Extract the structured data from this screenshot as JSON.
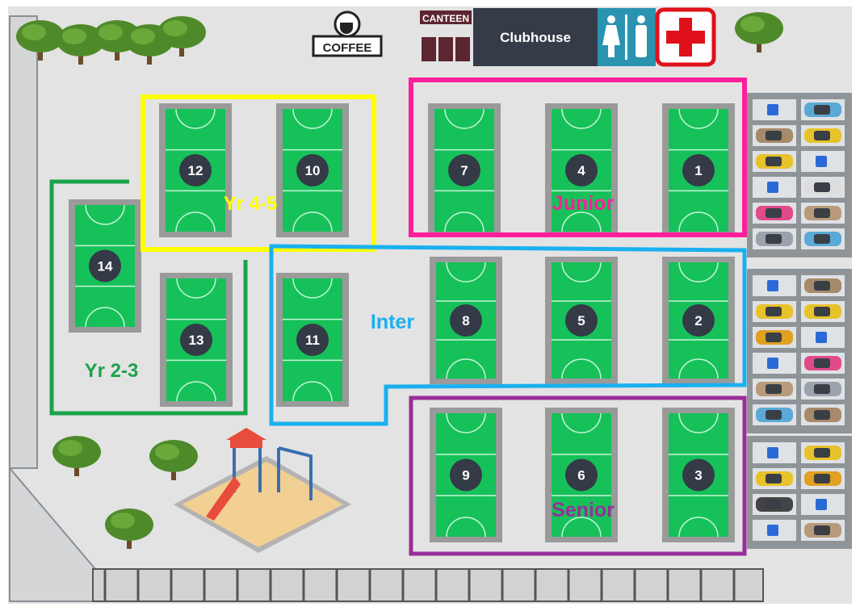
{
  "facilities": {
    "coffee": "COFFEE",
    "canteen": "CANTEEN",
    "clubhouse": "Clubhouse",
    "toilets_icon": "restroom-icon",
    "first_aid_icon": "first-aid-cross-icon"
  },
  "zones": {
    "yr45": {
      "label": "Yr 4-5",
      "color": "#ffff00"
    },
    "junior": {
      "label": "Junior",
      "color": "#ff1f9a"
    },
    "inter": {
      "label": "Inter",
      "color": "#1ab0ef"
    },
    "yr23": {
      "label": "Yr 2-3",
      "color": "#1aa34a"
    },
    "senior": {
      "label": "Senior",
      "color": "#992e99"
    }
  },
  "courts": [
    "12",
    "10",
    "7",
    "4",
    "1",
    "14",
    "13",
    "11",
    "8",
    "5",
    "2",
    "9",
    "6",
    "3"
  ],
  "colors": {
    "court": "#16c15a",
    "ground": "#e3e3e3",
    "badge": "#343a46"
  }
}
